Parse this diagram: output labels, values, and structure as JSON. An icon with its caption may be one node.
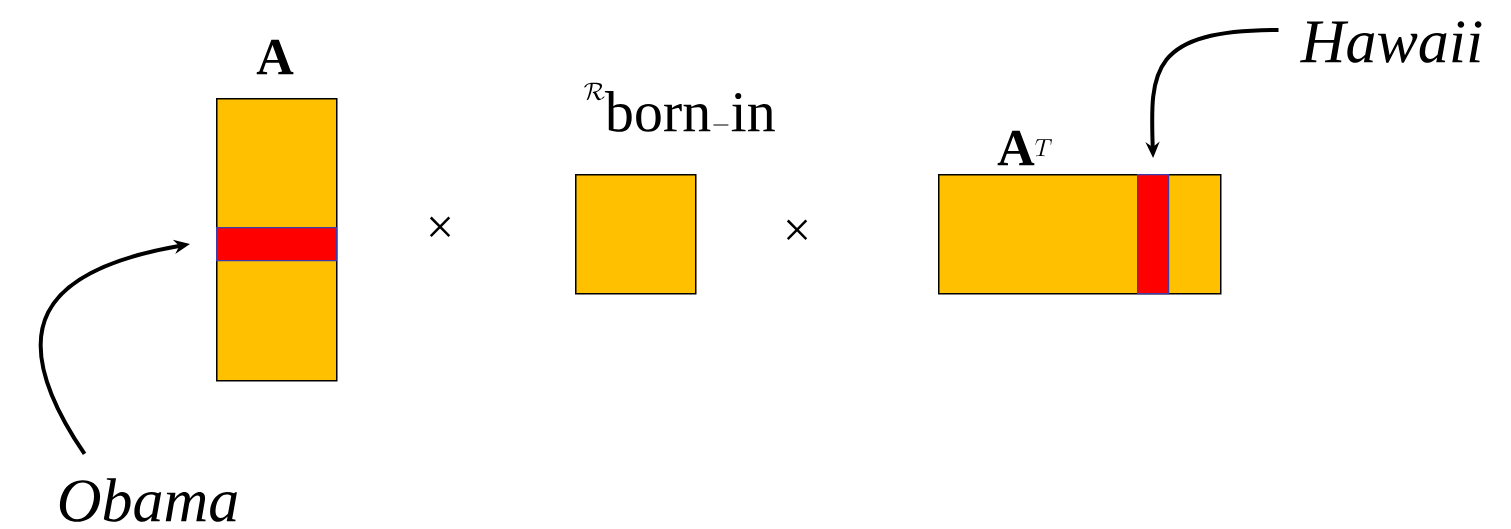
{
  "diagram": {
    "nodes": [
      {
        "text": [
          "\\mathbf{A}"
        ]
      },
      {
        "text": [],
        "shape": "bar",
        "in": 0
      },
      {
        "text": [
          "\\mathcal{R}_{\\mathrm{born-in}}"
        ]
      },
      {
        "text": [
          "\\mathbf{A}^{T}"
        ]
      },
      {
        "text": [],
        "shape": "bar",
        "in": 3
      },
      {
        "text": [
          "Obama"
        ]
      },
      {
        "text": [
          "Hawaii"
        ]
      }
    ],
    "edges": [
      {
        "from": 5,
        "to": 1,
        "arrow": "to"
      },
      {
        "from": 6,
        "to": 4,
        "arrow": "to"
      }
    ],
    "labels": [
      "×",
      "×"
    ]
  }
}
